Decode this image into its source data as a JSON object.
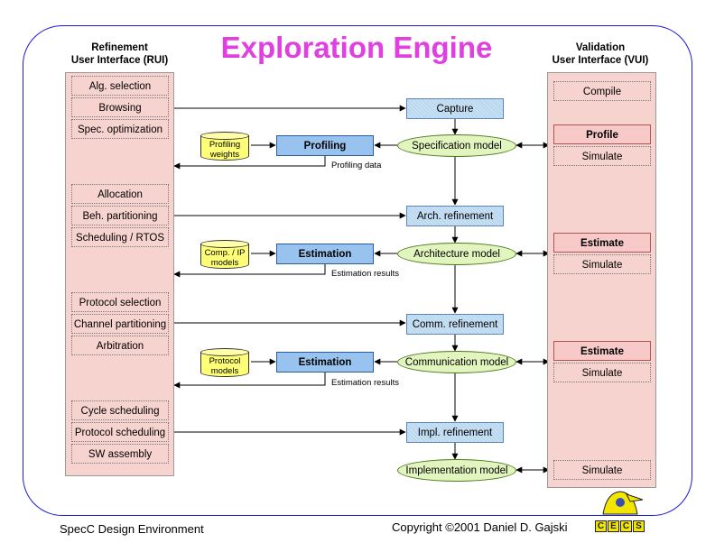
{
  "title": "Exploration Engine",
  "rui": {
    "heading_line1": "Refinement",
    "heading_line2": "User Interface (RUI)",
    "groups": [
      [
        "Alg. selection",
        "Browsing",
        "Spec. optimization"
      ],
      [
        "Allocation",
        "Beh. partitioning",
        "Scheduling / RTOS"
      ],
      [
        "Protocol selection",
        "Channel partitioning",
        "Arbitration"
      ],
      [
        "Cycle scheduling",
        "Protocol scheduling",
        "SW assembly"
      ]
    ]
  },
  "vui": {
    "heading_line1": "Validation",
    "heading_line2": "User Interface (VUI)",
    "compile": "Compile",
    "sections": [
      {
        "head": "Profile",
        "sub": "Simulate"
      },
      {
        "head": "Estimate",
        "sub": "Simulate"
      },
      {
        "head": "Estimate",
        "sub": "Simulate"
      }
    ],
    "final_simulate": "Simulate"
  },
  "flow": {
    "steps": [
      "Capture",
      "Arch. refinement",
      "Comm. refinement",
      "Impl. refinement"
    ],
    "models": [
      "Specification model",
      "Architecture model",
      "Communication model",
      "Implementation model"
    ],
    "tools": [
      "Profiling",
      "Estimation",
      "Estimation"
    ],
    "databases": [
      [
        "Profiling",
        "weights"
      ],
      [
        "Comp. / IP",
        "models"
      ],
      [
        "Protocol",
        "models"
      ]
    ],
    "notes": [
      "Profiling data",
      "Estimation results",
      "Estimation results"
    ]
  },
  "footer": {
    "left": "SpecC Design Environment",
    "right": "Copyright ©2001 Daniel D. Gajski"
  },
  "logo": {
    "letters": [
      "C",
      "E",
      "C",
      "S"
    ]
  },
  "colors": {
    "title": "#e040e0",
    "frame": "#1a1ad8",
    "panel": "#f6d3cf",
    "step": "#b9d7ef",
    "tool": "#99c3ef",
    "model": "#e3f5bf",
    "database": "#ffff77",
    "vui_head": "#f7c9c9"
  }
}
